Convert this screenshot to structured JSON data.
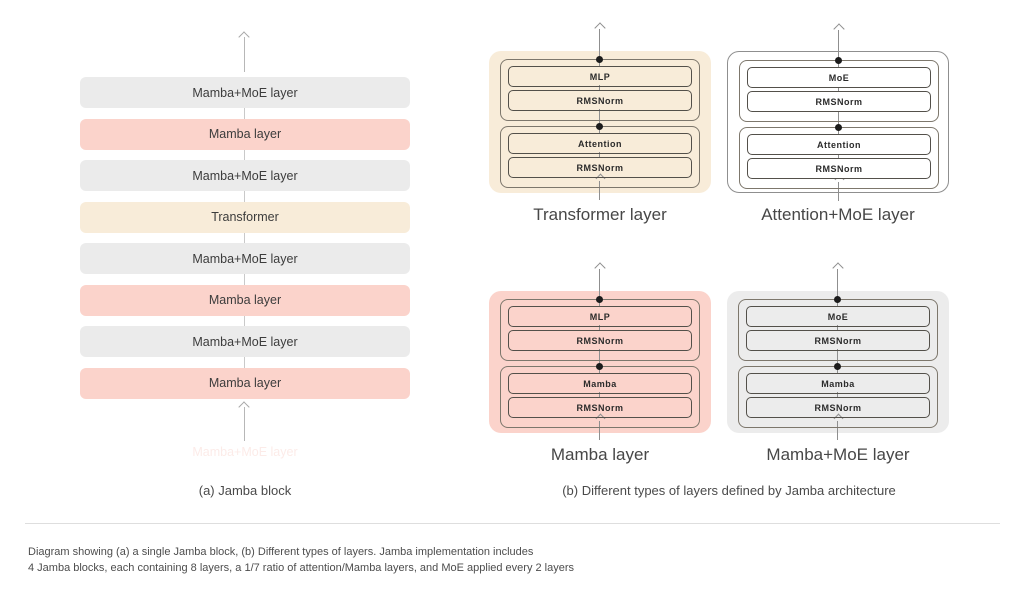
{
  "colors": {
    "moe_gray": "#ebebeb",
    "mamba_pink": "#fbd3cb",
    "transformer_tan": "#f8ecd9",
    "panel_gray": "#ececec",
    "panel_white": "#ffffff",
    "dot_black": "#1c1c1c"
  },
  "stack": {
    "layers": [
      {
        "label": "Mamba+MoE layer",
        "type": "moe"
      },
      {
        "label": "Mamba layer",
        "type": "mamba"
      },
      {
        "label": "Mamba+MoE layer",
        "type": "moe"
      },
      {
        "label": "Transformer",
        "type": "transformer"
      },
      {
        "label": "Mamba+MoE layer",
        "type": "moe"
      },
      {
        "label": "Mamba layer",
        "type": "mamba"
      },
      {
        "label": "Mamba+MoE layer",
        "type": "moe"
      },
      {
        "label": "Mamba layer",
        "type": "mamba"
      }
    ],
    "faded_label": "Mamba+MoE layer",
    "caption": "(a) Jamba block"
  },
  "right": {
    "caption": "(b) Different types of layers defined by Jamba architecture",
    "panels": [
      {
        "title": "Transformer layer",
        "color": "#f8ecd9",
        "groups": [
          [
            "MLP",
            "RMSNorm"
          ],
          [
            "Attention",
            "RMSNorm"
          ]
        ]
      },
      {
        "title": "Attention+MoE layer",
        "color": "#ffffff",
        "groups": [
          [
            "MoE",
            "RMSNorm"
          ],
          [
            "Attention",
            "RMSNorm"
          ]
        ]
      },
      {
        "title": "Mamba layer",
        "color": "#fbd3cb",
        "groups": [
          [
            "MLP",
            "RMSNorm"
          ],
          [
            "Mamba",
            "RMSNorm"
          ]
        ]
      },
      {
        "title": "Mamba+MoE layer",
        "color": "#ececec",
        "groups": [
          [
            "MoE",
            "RMSNorm"
          ],
          [
            "Mamba",
            "RMSNorm"
          ]
        ]
      }
    ]
  },
  "footer": {
    "line1": "Diagram showing (a) a single Jamba block, (b) Different types of layers. Jamba implementation includes",
    "line2": "4 Jamba blocks, each containing 8 layers, a 1/7 ratio of attention/Mamba layers, and MoE applied every 2 layers"
  }
}
